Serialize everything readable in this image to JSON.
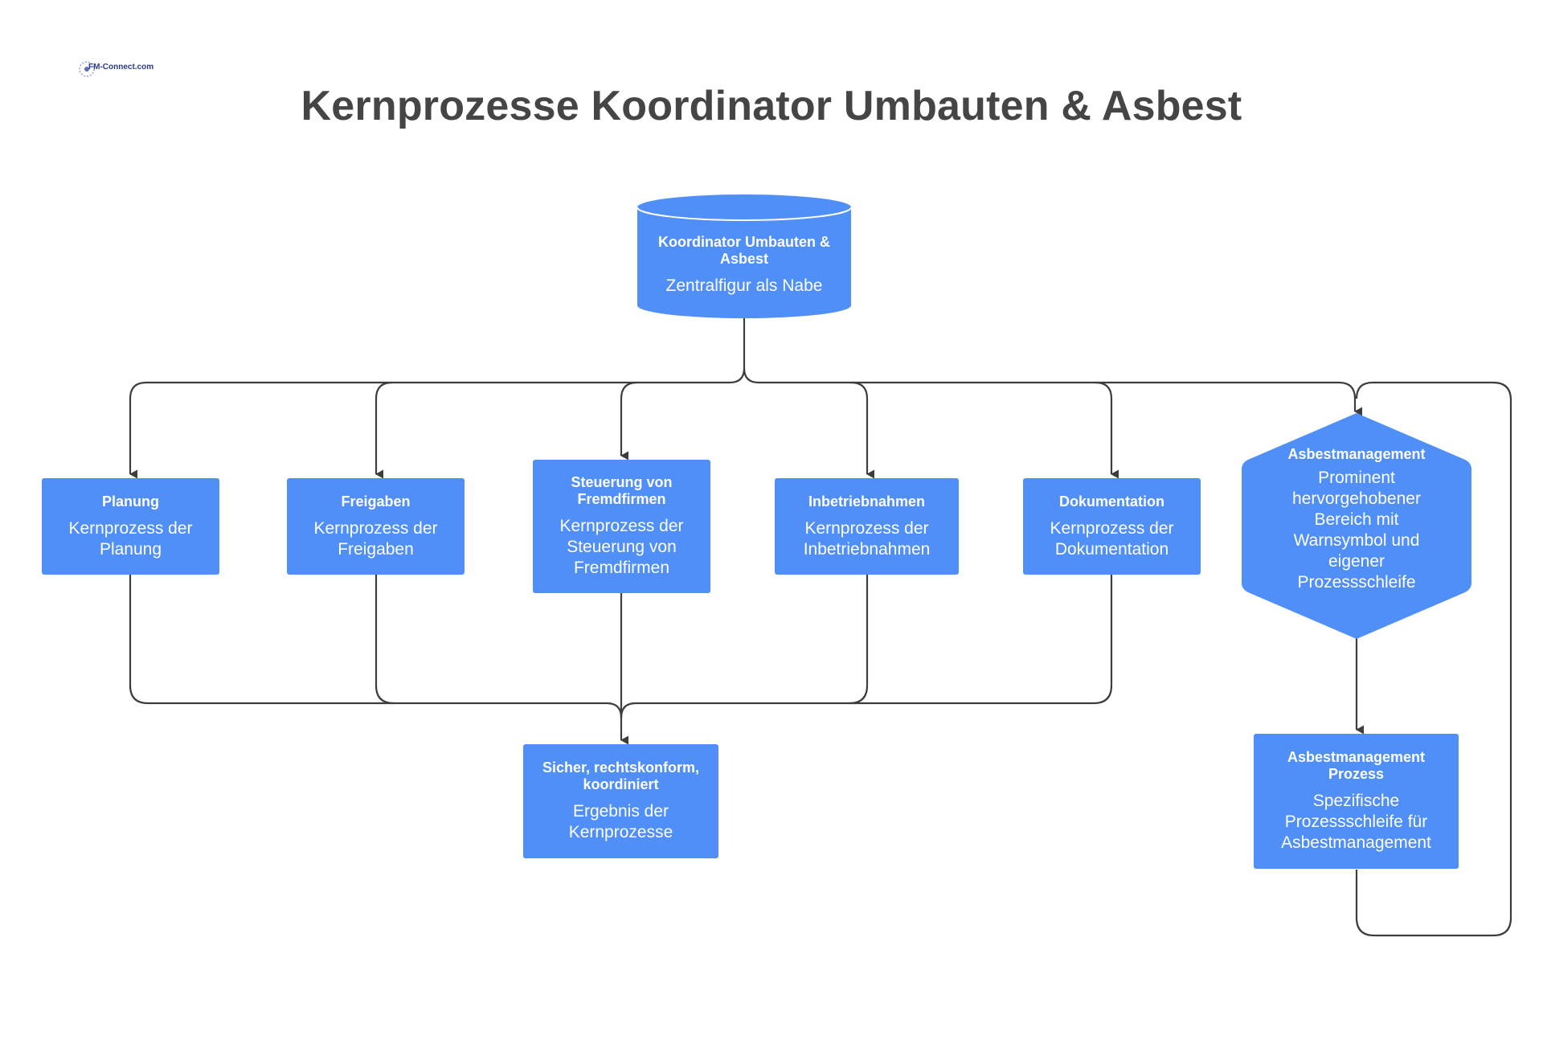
{
  "logo": {
    "text": "FM-Connect.com"
  },
  "title": "Kernprozesse Koordinator Umbauten & Asbest",
  "colors": {
    "node": "#4f8ff7",
    "edge": "#3d3d3d",
    "title": "#454545"
  },
  "nodes": {
    "hub": {
      "title": "Koordinator Umbauten & Asbest",
      "text": "Zentralfigur als Nabe"
    },
    "planung": {
      "title": "Planung",
      "text": "Kernprozess der Planung"
    },
    "freigaben": {
      "title": "Freigaben",
      "text": "Kernprozess der Freigaben"
    },
    "steuerung": {
      "title": "Steuerung von Fremdfirmen",
      "text": "Kernprozess der Steuerung von Fremdfirmen"
    },
    "inbetrieb": {
      "title": "Inbetriebnahmen",
      "text": "Kernprozess der Inbetriebnahmen"
    },
    "doku": {
      "title": "Dokumentation",
      "text": "Kernprozess der Dokumentation"
    },
    "asbest": {
      "title": "Asbestmanagement",
      "text": "Prominent hervorgehobener Bereich mit Warnsymbol und eigener Prozessschleife"
    },
    "ergebnis": {
      "title": "Sicher, rechtskonform, koordiniert",
      "text": "Ergebnis der Kernprozesse"
    },
    "asbest_prozess": {
      "title": "Asbestmanagement Prozess",
      "text": "Spezifische Prozessschleife für Asbestmanagement"
    }
  }
}
